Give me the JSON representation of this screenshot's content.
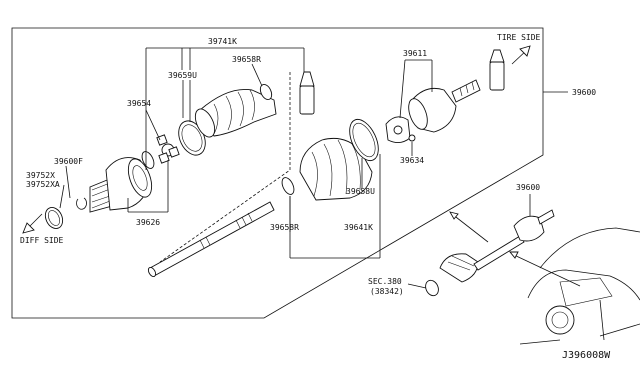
{
  "callouts": {
    "p39741K": "39741K",
    "p39659U": "39659U",
    "p39658R_top": "39658R",
    "p39654": "39654",
    "p39600F": "39600F",
    "p39752X": "39752X",
    "p39752XA": "39752XA",
    "p39626": "39626",
    "p39611": "39611",
    "p39634": "39634",
    "p39658U": "39658U",
    "p39658R_bottom": "39658R",
    "p39641K": "39641K",
    "p39600_right": "39600",
    "p39600_car": "39600",
    "sec_ref": "SEC.380",
    "sec_ref_num": "(38342)"
  },
  "sides": {
    "tire": "TIRE SIDE",
    "diff": "DIFF SIDE"
  },
  "diagram_id": "J396008W"
}
